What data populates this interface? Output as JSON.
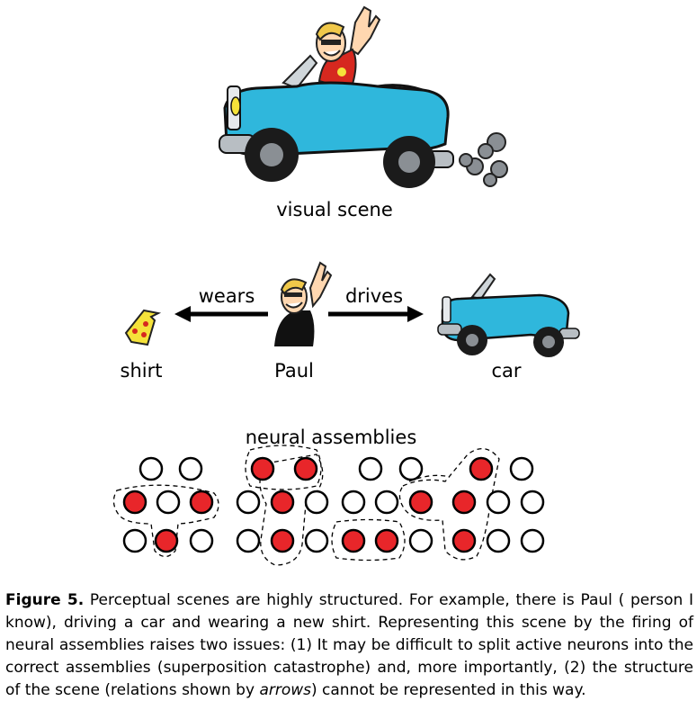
{
  "labels": {
    "visual_scene": "visual scene",
    "wears": "wears",
    "drives": "drives",
    "shirt": "shirt",
    "paul": "Paul",
    "car": "car",
    "neural_assemblies": "neural assemblies"
  },
  "caption": {
    "label": "Figure 5.",
    "text_1": " Perceptual scenes are highly structured. For example, there is Paul ( person I know), driving a car and wearing a new shirt. Representing this scene by the firing of neural assemblies raises two issues: (1) It may be difficult to split active neurons into the correct assemblies (superposition catastrophe) and, more importantly, (2) the structure of the scene (relations shown by ",
    "emphasis": "arrows",
    "text_2": ") cannot be represented in this way."
  },
  "colors": {
    "car_body": "#2fb7dc",
    "neuron_active": "#e8262a",
    "shirt": "#f5e23a",
    "outline": "#000000"
  },
  "neurons": [
    [
      false,
      false,
      true,
      true,
      false,
      false,
      true,
      false
    ],
    [
      true,
      false,
      true,
      false,
      true,
      false,
      false,
      false,
      true,
      true,
      false,
      false
    ],
    [
      false,
      true,
      false,
      false,
      true,
      false,
      true,
      true,
      false,
      true,
      false,
      false
    ]
  ]
}
